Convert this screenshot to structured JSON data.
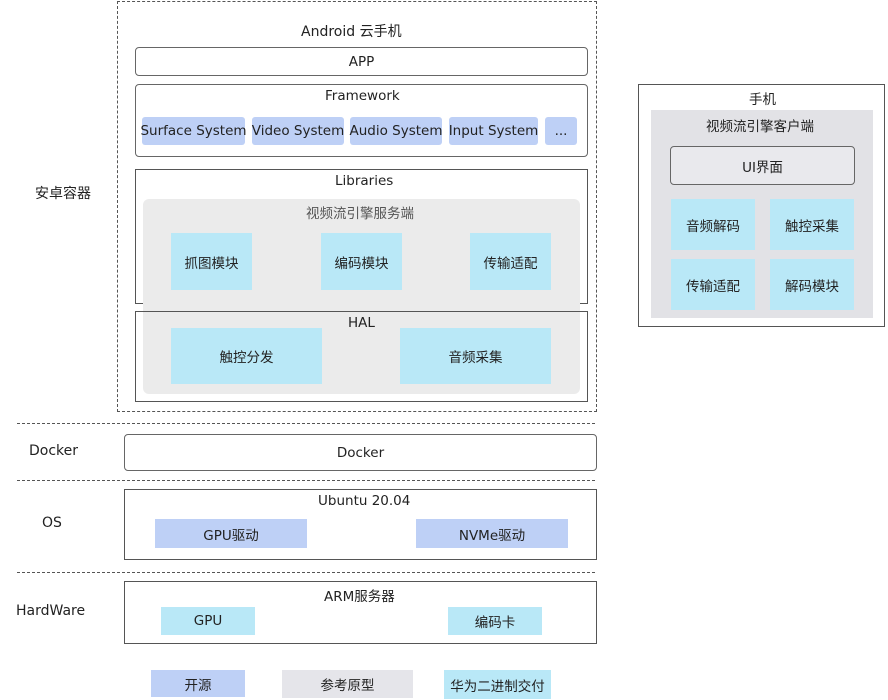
{
  "left_labels": {
    "android_container": "安卓容器",
    "docker": "Docker",
    "os": "OS",
    "hardware": "HardWare"
  },
  "android": {
    "title": "Android 云手机",
    "app": "APP",
    "framework": {
      "title": "Framework",
      "items": [
        "Surface System",
        "Video System",
        "Audio System",
        "Input System",
        "..."
      ]
    },
    "libraries": {
      "title": "Libraries",
      "server_title": "视频流引擎服务端",
      "modules": [
        "抓图模块",
        "编码模块",
        "传输适配"
      ]
    },
    "hal": {
      "title": "HAL",
      "modules": [
        "触控分发",
        "音频采集"
      ]
    }
  },
  "docker": {
    "label": "Docker"
  },
  "os": {
    "title": "Ubuntu 20.04",
    "items": [
      "GPU驱动",
      "NVMe驱动"
    ]
  },
  "hardware": {
    "title": "ARM服务器",
    "items": [
      "GPU",
      "编码卡"
    ]
  },
  "phone": {
    "title": "手机",
    "client_title": "视频流引擎客户端",
    "ui": "UI界面",
    "modules": [
      "音频解码",
      "触控采集",
      "传输适配",
      "解码模块"
    ]
  },
  "legend": {
    "open_source": "开源",
    "reference": "参考原型",
    "huawei_binary": "华为二进制交付"
  },
  "colors": {
    "open_source": "#bed0f6",
    "reference": "#e5e5ea",
    "huawei_binary": "#b9e8f7"
  }
}
